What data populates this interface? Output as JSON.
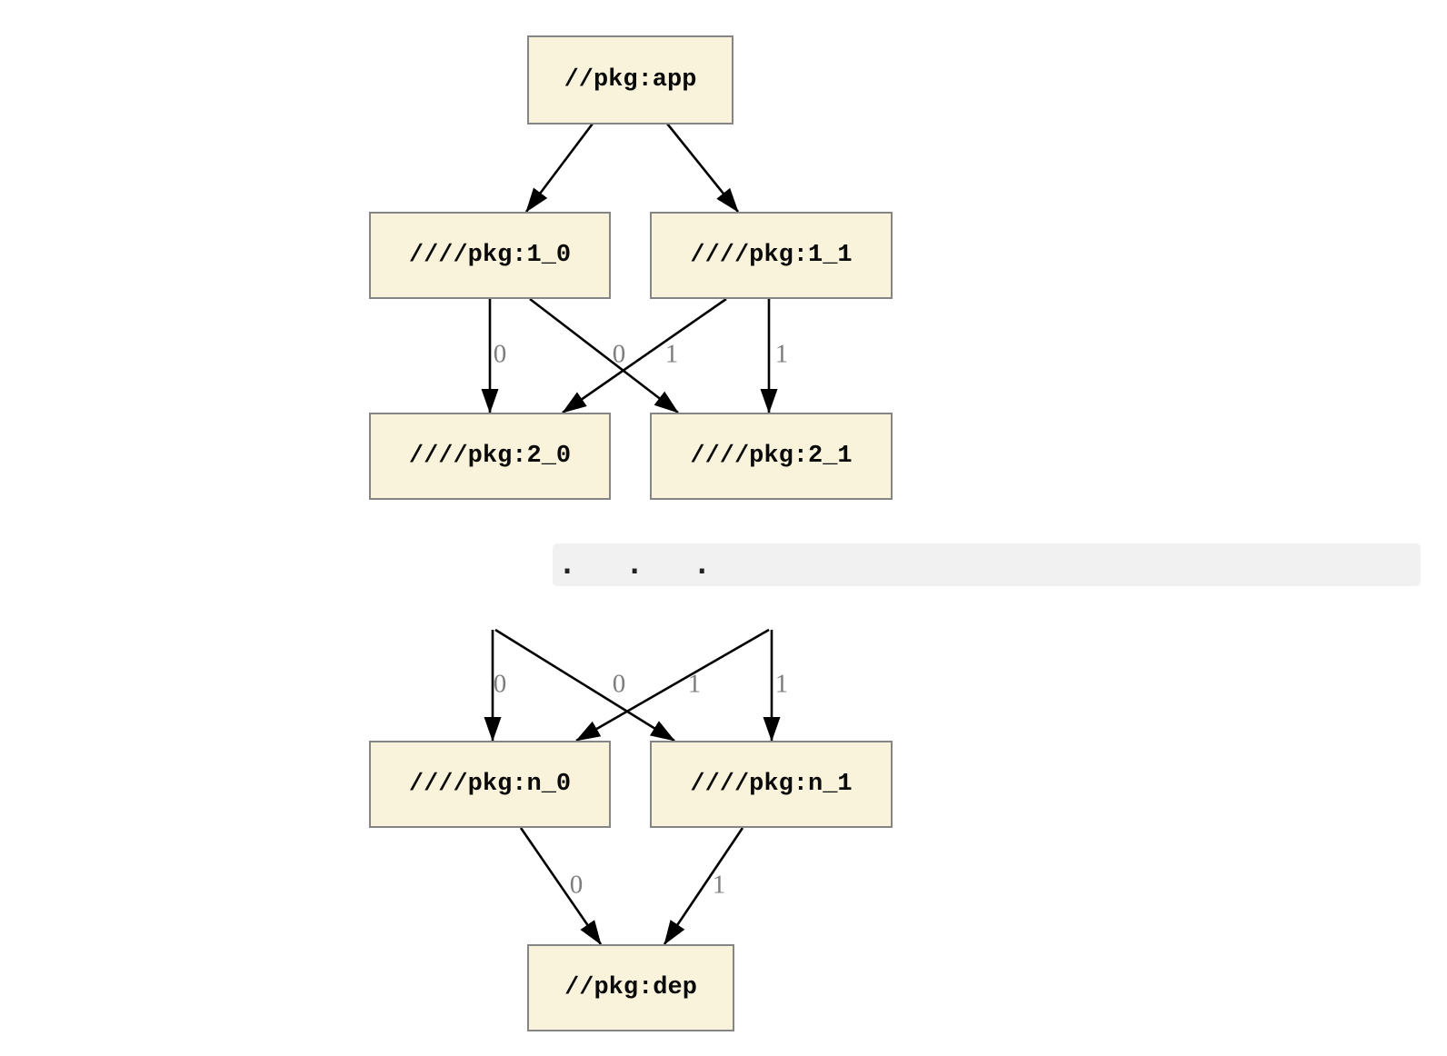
{
  "diagram": {
    "nodes": {
      "app": {
        "label": "//pkg:app"
      },
      "n1_0": {
        "label": "////pkg:1_0"
      },
      "n1_1": {
        "label": "////pkg:1_1"
      },
      "n2_0": {
        "label": "////pkg:2_0"
      },
      "n2_1": {
        "label": "////pkg:2_1"
      },
      "nn_0": {
        "label": "////pkg:n_0"
      },
      "nn_1": {
        "label": "////pkg:n_1"
      },
      "dep": {
        "label": "//pkg:dep"
      }
    },
    "ellipsis": {
      "dots": ". . ."
    },
    "edge_labels": {
      "e_1_0_2_0": "0",
      "e_1_1_2_0": "0",
      "e_1_0_2_1": "1",
      "e_1_1_2_1": "1",
      "e_prev_n_0": "0",
      "e_cross_n_0": "0",
      "e_cross_n_1": "1",
      "e_prev_n_1": "1",
      "e_n_0_dep": "0",
      "e_n_1_dep": "1"
    },
    "colors": {
      "node_fill": "#FAF3DB",
      "node_border": "#858585",
      "edge_color": "#000000",
      "edge_label_color": "#7d7d7d",
      "ellipsis_bg": "#F1F1F1",
      "dots_color": "#222222"
    }
  }
}
